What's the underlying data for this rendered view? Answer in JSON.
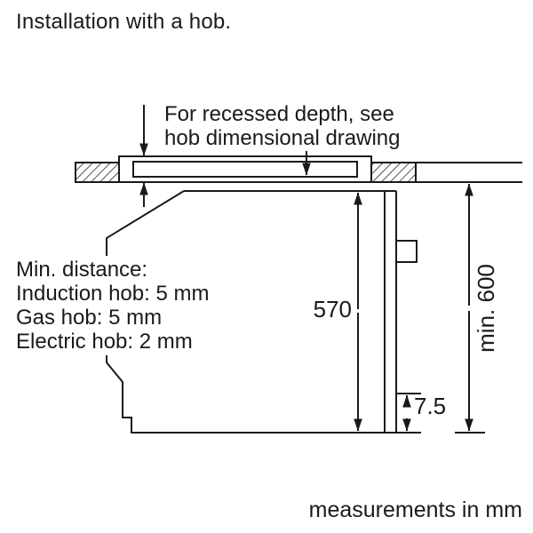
{
  "title": "Installation with a hob.",
  "footer": "measurements in mm",
  "annotation": {
    "line1": "For recessed depth, see",
    "line2": "hob dimensional drawing"
  },
  "min_distance": {
    "heading": "Min. distance:",
    "induction": "Induction hob: 5 mm",
    "gas": "Gas hob: 5 mm",
    "electric": "Electric hob: 2 mm"
  },
  "dimensions": {
    "oven_height_mm": "570",
    "niche_min_height_mm": "min. 600",
    "bottom_gap_mm": "7.5"
  },
  "colors": {
    "line": "#1a1a1a",
    "background": "#ffffff"
  }
}
